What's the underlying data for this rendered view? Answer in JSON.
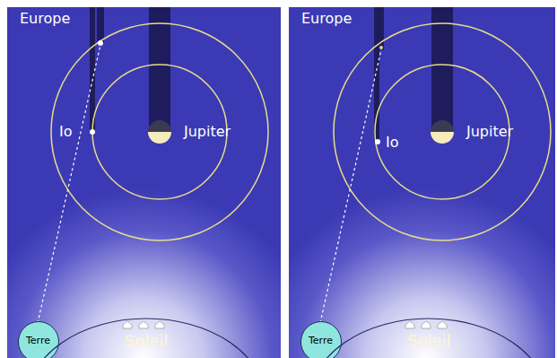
{
  "diagram": {
    "nodes": [
      {
        "text": [
          "Terre"
        ]
      },
      {
        "text": [
          "Soleil"
        ]
      },
      {
        "text": [
          "Terre"
        ]
      },
      {
        "text": [
          "Soleil"
        ]
      }
    ],
    "labels": [
      "Europe",
      "Io",
      "Jupiter",
      "Europe",
      "Io",
      "Jupiter"
    ]
  }
}
